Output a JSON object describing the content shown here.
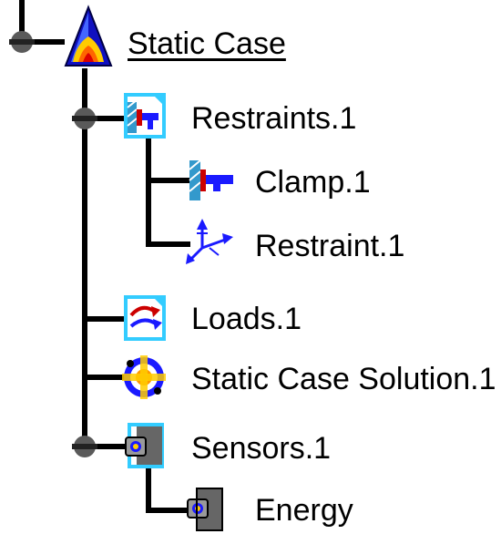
{
  "tree": {
    "root": {
      "label": "Static Case",
      "icon": "static-case-icon",
      "children": {
        "restraints": {
          "label": "Restraints.1",
          "icon": "restraints-icon",
          "children": {
            "clamp": {
              "label": "Clamp.1",
              "icon": "clamp-icon"
            },
            "restraint": {
              "label": "Restraint.1",
              "icon": "restraint-axes-icon"
            }
          }
        },
        "loads": {
          "label": "Loads.1",
          "icon": "loads-icon"
        },
        "solution": {
          "label": "Static Case Solution.1",
          "icon": "solution-icon"
        },
        "sensors": {
          "label": "Sensors.1",
          "icon": "sensors-icon",
          "children": {
            "energy": {
              "label": "Energy",
              "icon": "energy-sensor-icon"
            }
          }
        }
      }
    }
  },
  "colors": {
    "connector": "#000000",
    "expander": "#5a5a5a",
    "restraint_blue": "#1a1aff",
    "doc_cyan": "#33ccff",
    "hatch": "#3399cc"
  }
}
